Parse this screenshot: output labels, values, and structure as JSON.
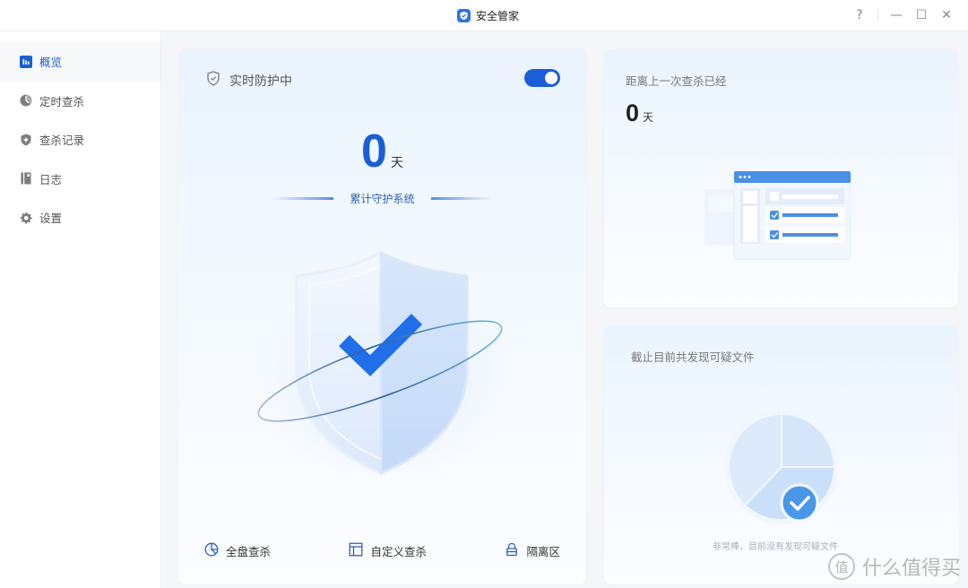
{
  "window": {
    "title": "安全管家",
    "controls": {
      "help": "?",
      "minimize": "—",
      "maximize": "☐",
      "close": "✕"
    }
  },
  "sidebar": {
    "items": [
      {
        "label": "概览",
        "icon": "bar-chart-icon",
        "active": true
      },
      {
        "label": "定时查杀",
        "icon": "clock-pie-icon",
        "active": false
      },
      {
        "label": "查杀记录",
        "icon": "shield-plus-icon",
        "active": false
      },
      {
        "label": "日志",
        "icon": "book-icon",
        "active": false
      },
      {
        "label": "设置",
        "icon": "gear-icon",
        "active": false
      }
    ]
  },
  "main": {
    "realtime_label": "实时防护中",
    "realtime_enabled": true,
    "days_value": "0",
    "days_unit": "天",
    "guard_caption": "累计守护系统",
    "actions": [
      {
        "label": "全盘查杀",
        "icon": "pie-scan-icon"
      },
      {
        "label": "自定义查杀",
        "icon": "layout-icon"
      },
      {
        "label": "隔离区",
        "icon": "lock-icon"
      }
    ]
  },
  "last_scan": {
    "label": "距离上一次查杀已经",
    "days_value": "0",
    "days_unit": "天"
  },
  "suspicious_files": {
    "label": "截止目前共发现可疑文件",
    "note": "非常棒，目前没有发现可疑文件"
  },
  "watermark": {
    "badge": "值",
    "text": "什么值得买"
  },
  "colors": {
    "accent": "#1a5fd6",
    "card_top": "#eaf4fe",
    "illustration_blue": "#4a8fe6"
  }
}
